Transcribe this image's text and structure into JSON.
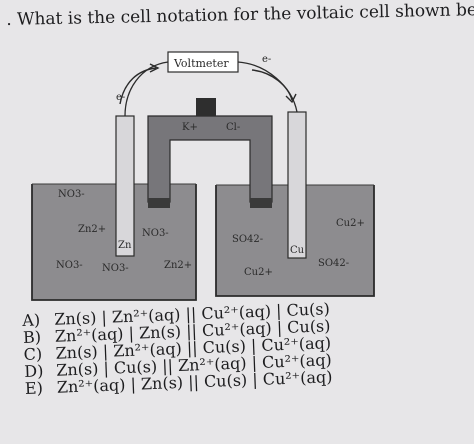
{
  "question": {
    "number_mark": ".",
    "text": "What is the cell notation for the voltaic cell shown below?"
  },
  "diagram": {
    "voltmeter_label": "Voltmeter",
    "electron_left": "e-",
    "electron_right": "e-",
    "salt_bridge_cation": "K+",
    "salt_bridge_anion": "Cl-",
    "left_electrode": "Zn",
    "right_electrode": "Cu",
    "left_beaker_labels": {
      "nitrate_top": "NO3-",
      "zinc_ion_left": "Zn2+",
      "nitrate_middle": "NO3-",
      "nitrate_bottom_left": "NO3-",
      "nitrate_bottom": "NO3-",
      "zinc_ion_bottom": "Zn2+"
    },
    "right_beaker_labels": {
      "copper_ion_top": "Cu2+",
      "sulfate_left": "SO42-",
      "sulfate_right": "SO42-",
      "copper_ion_bottom": "Cu2+"
    }
  },
  "choices": [
    {
      "letter": "A)",
      "text": "Zn(s) | Zn²⁺(aq) || Cu²⁺(aq) | Cu(s)"
    },
    {
      "letter": "B)",
      "text": "Zn²⁺(aq) | Zn(s) || Cu²⁺(aq) | Cu(s)"
    },
    {
      "letter": "C)",
      "text": "Zn(s) | Zn²⁺(aq) || Cu(s) | Cu²⁺(aq)"
    },
    {
      "letter": "D)",
      "text": "Zn(s) | Cu(s) || Zn²⁺(aq) | Cu²⁺(aq)"
    },
    {
      "letter": "E)",
      "text": "Zn²⁺(aq) | Zn(s) || Cu(s) | Cu²⁺(aq)"
    }
  ],
  "colors": {
    "paper": "#e7e6e8",
    "solution": "#8d8c8f",
    "salt_bridge": "#77767a",
    "ink": "#1d1d1f"
  }
}
